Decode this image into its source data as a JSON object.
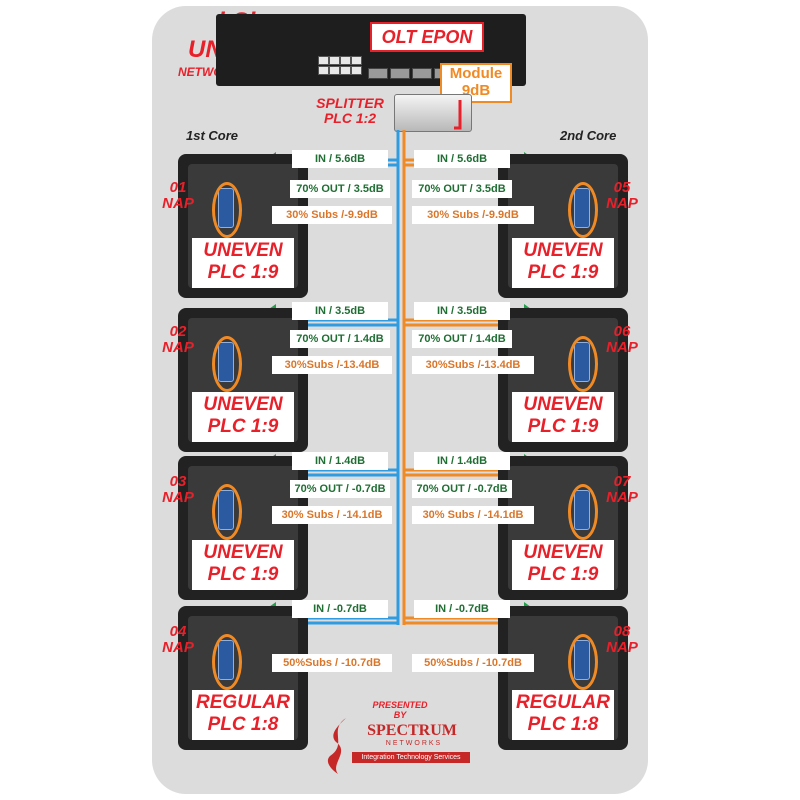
{
  "brand": {
    "logo": "i-Sky",
    "title": "UNEVEN PLC",
    "subtitle": "NETWORK TOPOLOGY"
  },
  "olt": {
    "title": "OLT EPON"
  },
  "module": {
    "line1": "Module",
    "line2": "9dB"
  },
  "splitter": {
    "line1": "SPLITTER",
    "line2": "PLC 1:2"
  },
  "cores": {
    "left": "1st Core",
    "right": "2nd Core"
  },
  "naps": [
    {
      "num": "01",
      "label": "NAP",
      "type1": "UNEVEN",
      "type2": "PLC 1:9"
    },
    {
      "num": "02",
      "label": "NAP",
      "type1": "UNEVEN",
      "type2": "PLC 1:9"
    },
    {
      "num": "03",
      "label": "NAP",
      "type1": "UNEVEN",
      "type2": "PLC 1:9"
    },
    {
      "num": "04",
      "label": "NAP",
      "type1": "REGULAR",
      "type2": "PLC 1:8"
    },
    {
      "num": "05",
      "label": "NAP",
      "type1": "UNEVEN",
      "type2": "PLC 1:9"
    },
    {
      "num": "06",
      "label": "NAP",
      "type1": "UNEVEN",
      "type2": "PLC 1:9"
    },
    {
      "num": "07",
      "label": "NAP",
      "type1": "UNEVEN",
      "type2": "PLC 1:9"
    },
    {
      "num": "08",
      "label": "NAP",
      "type1": "REGULAR",
      "type2": "PLC 1:8"
    }
  ],
  "rows": [
    {
      "in": "IN / 5.6dB",
      "out": "70% OUT / 3.5dB",
      "subs": "30% Subs /-9.9dB"
    },
    {
      "in": "IN / 3.5dB",
      "out": "70% OUT / 1.4dB",
      "subs": "30%Subs /-13.4dB"
    },
    {
      "in": "IN / 1.4dB",
      "out": "70% OUT / -0.7dB",
      "subs": "30% Subs / -14.1dB"
    },
    {
      "in": "IN / -0.7dB",
      "out": "",
      "subs": "50%Subs / -10.7dB"
    }
  ],
  "footer": {
    "presented": "PRESENTED",
    "by": "BY",
    "company": "SPECTRUM",
    "sub": "NETWORKS",
    "tagline": "Integration Technology Services"
  },
  "colors": {
    "blue": "#2f9be0",
    "orange": "#f08a24",
    "green": "#1fa24a",
    "red": "#e8202a"
  }
}
